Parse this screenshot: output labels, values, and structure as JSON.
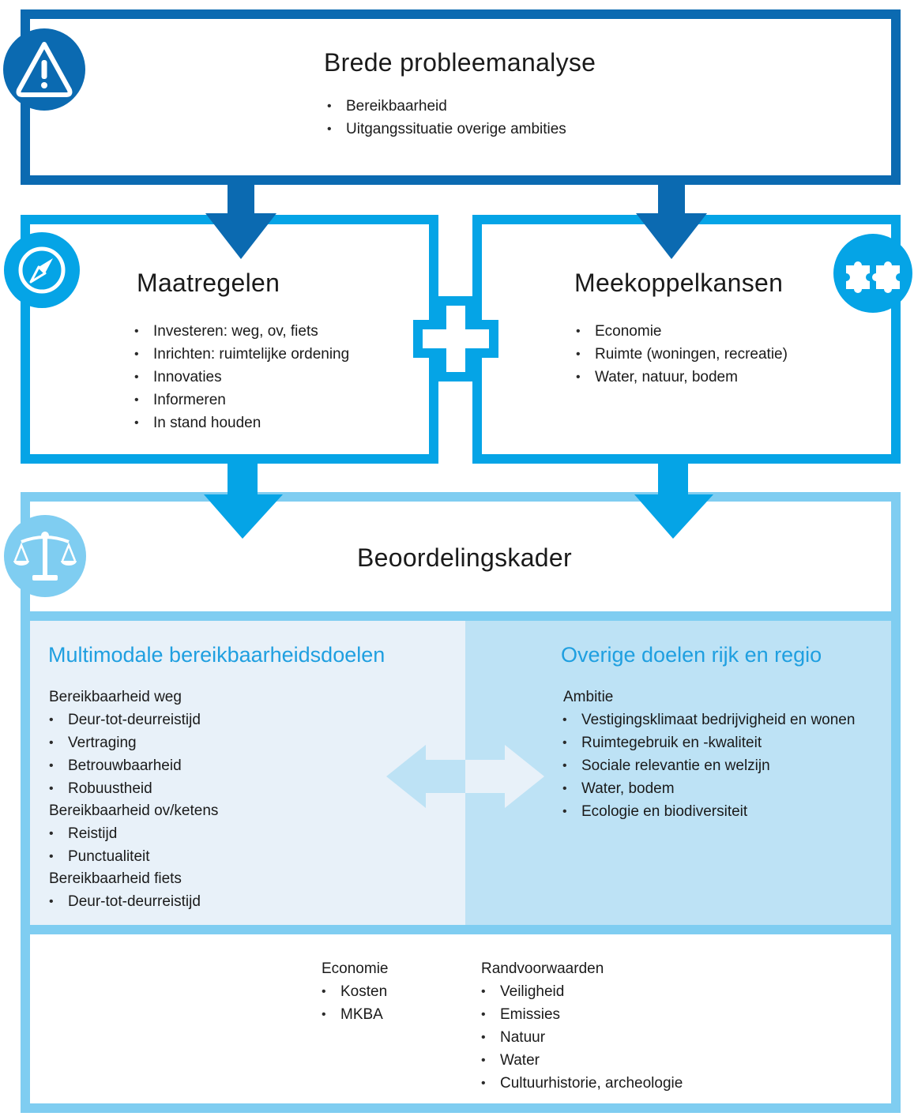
{
  "colors": {
    "dark_blue": "#0b6ab1",
    "mid_blue": "#05a4e6",
    "light_blue": "#7fcdf1",
    "panel_left": "#e8f1f9",
    "panel_right": "#bde2f5",
    "subheading_blue": "#1f9fe0"
  },
  "icons": {
    "top": "warning-icon",
    "left": "compass-icon",
    "right": "puzzle-icon",
    "bottom": "scales-icon",
    "center": "plus-icon",
    "middle": "double-arrow-icon"
  },
  "probleemanalyse": {
    "title": "Brede probleemanalyse",
    "items": [
      "Bereikbaarheid",
      "Uitgangssituatie overige ambities"
    ]
  },
  "maatregelen": {
    "title": "Maatregelen",
    "items": [
      "Investeren: weg, ov, fiets",
      "Inrichten: ruimtelijke ordening",
      "Innovaties",
      "Informeren",
      "In stand houden"
    ]
  },
  "meekoppelkansen": {
    "title": "Meekoppelkansen",
    "items": [
      "Economie",
      "Ruimte (woningen, recreatie)",
      "Water, natuur, bodem"
    ]
  },
  "beoordelingskader": {
    "title": "Beoordelingskader",
    "left": {
      "title": "Multimodale bereikbaarheidsdoelen",
      "groups": [
        {
          "label": "Bereikbaarheid weg",
          "items": [
            "Deur-tot-deurreistijd",
            "Vertraging",
            "Betrouwbaarheid",
            "Robuustheid"
          ]
        },
        {
          "label": "Bereikbaarheid ov/ketens",
          "items": [
            "Reistijd",
            "Punctualiteit"
          ]
        },
        {
          "label": "Bereikbaarheid fiets",
          "items": [
            "Deur-tot-deurreistijd"
          ]
        }
      ]
    },
    "right": {
      "title": "Overige doelen rijk en regio",
      "label": "Ambitie",
      "items": [
        "Vestigingsklimaat bedrijvigheid en wonen",
        "Ruimtegebruik en -kwaliteit",
        "Sociale relevantie en welzijn",
        "Water, bodem",
        "Ecologie en biodiversiteit"
      ]
    },
    "economie": {
      "label": "Economie",
      "items": [
        "Kosten",
        "MKBA"
      ]
    },
    "randvoorwaarden": {
      "label": "Randvoorwaarden",
      "items": [
        "Veiligheid",
        "Emissies",
        "Natuur",
        "Water",
        "Cultuurhistorie, archeologie"
      ]
    }
  }
}
